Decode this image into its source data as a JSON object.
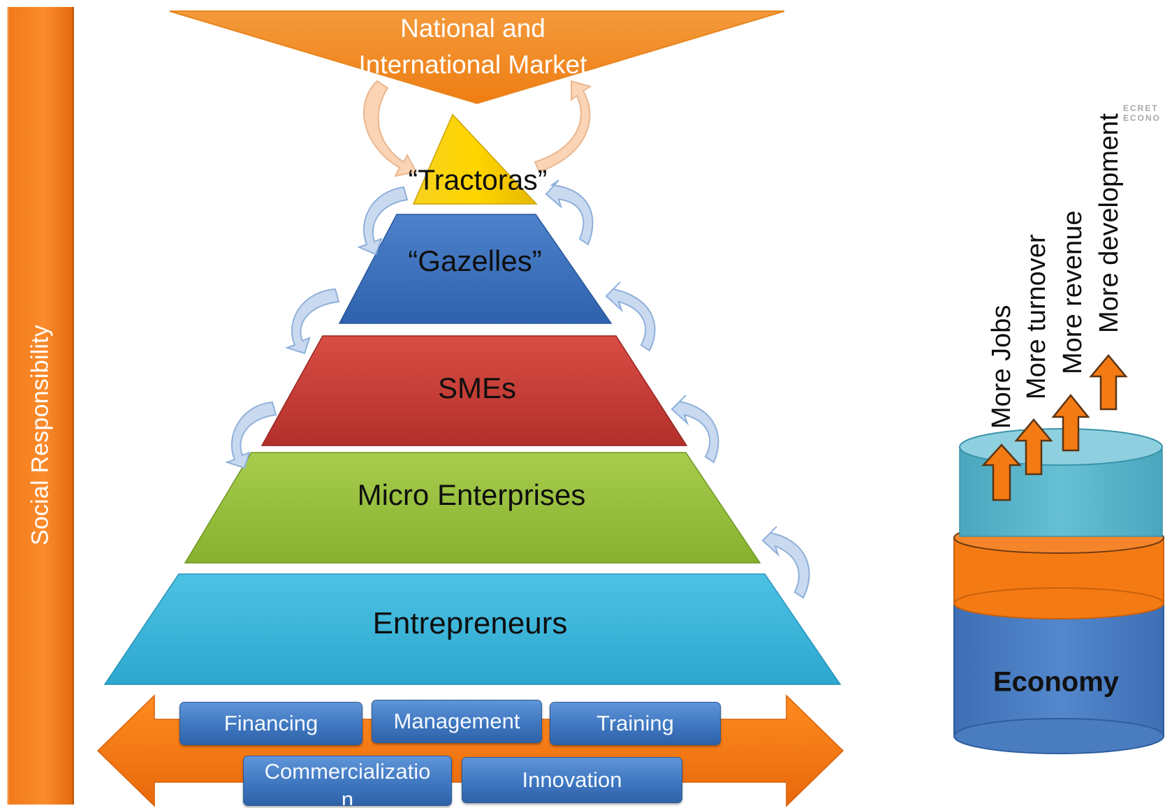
{
  "side_bar": {
    "label": "Social Responsibility"
  },
  "market": {
    "line1": "National and",
    "line2": "International Market"
  },
  "pyramid": {
    "levels": [
      {
        "label": "“Tractoras”",
        "color": "#f5c400"
      },
      {
        "label": "“Gazelles”",
        "color": "#3f72bd"
      },
      {
        "label": "SMEs",
        "color": "#c8352f"
      },
      {
        "label": "Micro Enterprises",
        "color": "#93bd3a"
      },
      {
        "label": "Entrepreneurs",
        "color": "#35b3d8"
      }
    ]
  },
  "supports": {
    "row1": [
      "Financing",
      "Management",
      "Training"
    ],
    "row2": [
      "Commercializatio\nn",
      "Innovation"
    ]
  },
  "economy": {
    "label": "Economy",
    "outcomes": [
      "More Jobs",
      "More turnover",
      "More revenue",
      "More development"
    ]
  },
  "watermark": {
    "line1": "ECRET",
    "line2": "ECONO"
  },
  "colors": {
    "orange": "#f47b14",
    "blue": "#4a7cc0",
    "teal": "#4fb0c6",
    "arrow_light": "#c9daf0"
  }
}
